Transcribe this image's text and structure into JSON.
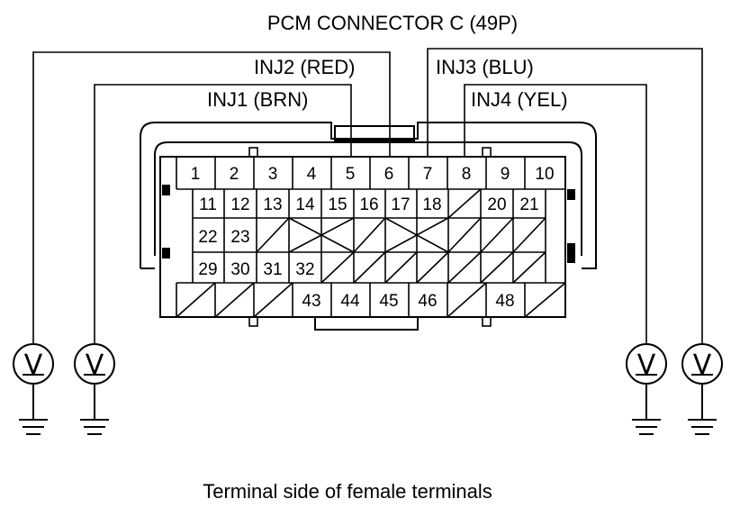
{
  "diagram": {
    "title": "PCM CONNECTOR C (49P)",
    "caption": "Terminal side of female terminals",
    "wire_labels": {
      "inj1": "INJ1 (BRN)",
      "inj2": "INJ2 (RED)",
      "inj3": "INJ3 (BLU)",
      "inj4": "INJ4 (YEL)"
    },
    "meter_symbol": "V",
    "pins": {
      "row1": [
        "1",
        "2",
        "3",
        "4",
        "5",
        "6",
        "7",
        "8",
        "9",
        "10"
      ],
      "row2": [
        "11",
        "12",
        "13",
        "14",
        "15",
        "16",
        "17",
        "18",
        "20",
        "21"
      ],
      "row3": [
        "22",
        "23"
      ],
      "row4": [
        "29",
        "30",
        "31",
        "32"
      ],
      "row5": [
        "43",
        "44",
        "45",
        "46",
        "48"
      ]
    },
    "icons": [
      "voltmeter-icon",
      "ground-icon"
    ]
  }
}
